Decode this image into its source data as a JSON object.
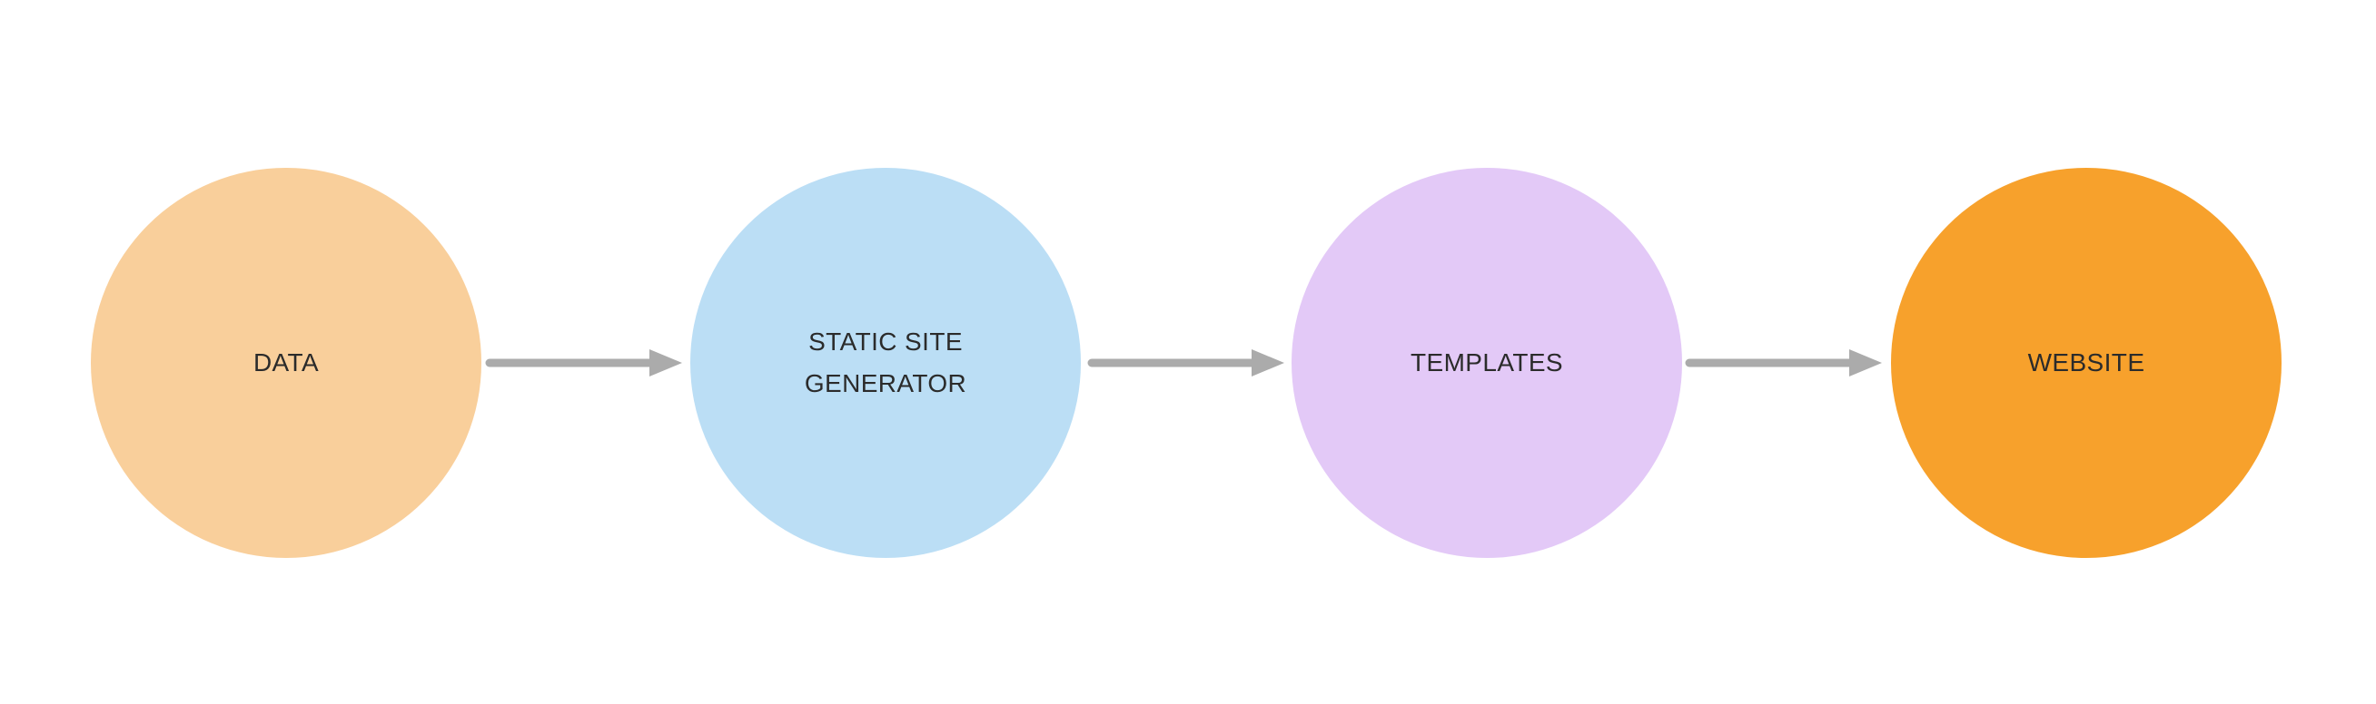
{
  "diagram": {
    "type": "flowchart",
    "background": "#FFFFFF",
    "text_color": "#2B2B2B",
    "arrow_color": "#ABABAB",
    "nodes": [
      {
        "id": "data",
        "label": "DATA",
        "shape": "circle",
        "color": "#F9CF9B"
      },
      {
        "id": "static-site-generator",
        "label": "STATIC SITE GENERATOR",
        "shape": "circle",
        "color": "#BBDEF5"
      },
      {
        "id": "templates",
        "label": "TEMPLATES",
        "shape": "circle",
        "color": "#E3C9F7"
      },
      {
        "id": "website",
        "label": "WEBSITE",
        "shape": "circle",
        "color": "#F7A12C"
      }
    ],
    "edges": [
      {
        "from": "data",
        "to": "static-site-generator",
        "direction": "right"
      },
      {
        "from": "static-site-generator",
        "to": "templates",
        "direction": "right"
      },
      {
        "from": "templates",
        "to": "website",
        "direction": "right"
      }
    ]
  }
}
